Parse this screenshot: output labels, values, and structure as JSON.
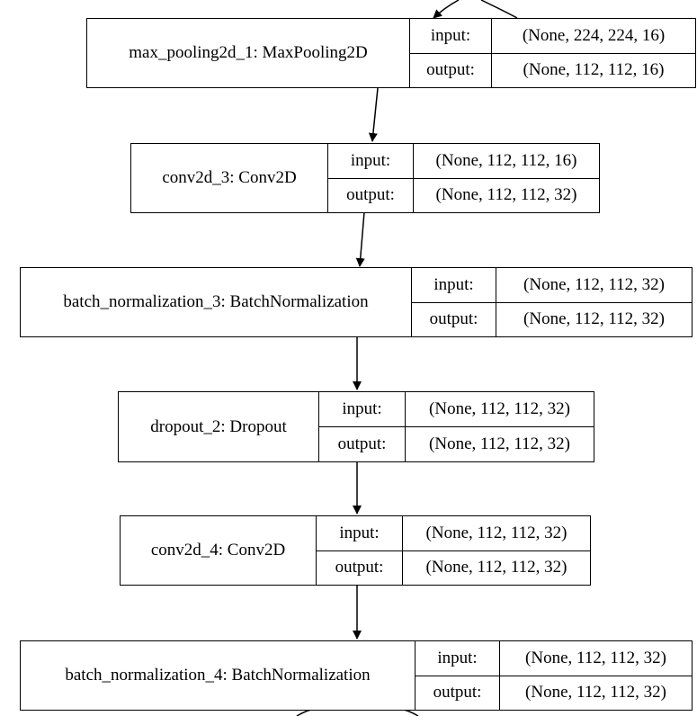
{
  "io_labels": {
    "input": "input:",
    "output": "output:"
  },
  "nodes": [
    {
      "name": "max_pooling2d_1: MaxPooling2D",
      "input": "(None, 224, 224, 16)",
      "output": "(None, 112, 112, 16)"
    },
    {
      "name": "conv2d_3: Conv2D",
      "input": "(None, 112, 112, 16)",
      "output": "(None, 112, 112, 32)"
    },
    {
      "name": "batch_normalization_3: BatchNormalization",
      "input": "(None, 112, 112, 32)",
      "output": "(None, 112, 112, 32)"
    },
    {
      "name": "dropout_2: Dropout",
      "input": "(None, 112, 112, 32)",
      "output": "(None, 112, 112, 32)"
    },
    {
      "name": "conv2d_4: Conv2D",
      "input": "(None, 112, 112, 32)",
      "output": "(None, 112, 112, 32)"
    },
    {
      "name": "batch_normalization_4: BatchNormalization",
      "input": "(None, 112, 112, 32)",
      "output": "(None, 112, 112, 32)"
    }
  ],
  "colors": {
    "stroke": "#000000",
    "background": "#ffffff"
  }
}
